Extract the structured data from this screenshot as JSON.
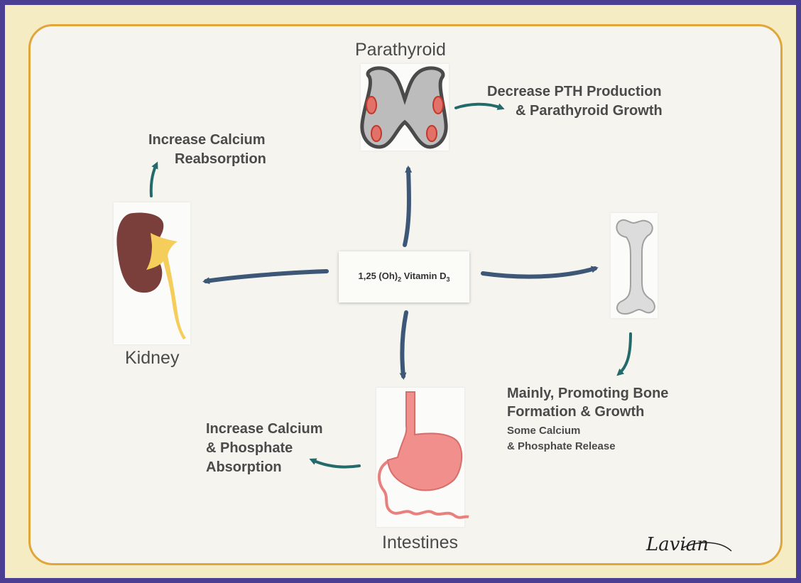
{
  "center": {
    "label_main": "1,25 (Oh)",
    "label_sub1": "2",
    "label_mid": " Vitamin D",
    "label_sub2": "3"
  },
  "organs": {
    "parathyroid": "Parathyroid",
    "kidney": "Kidney",
    "intestines": "Intestines"
  },
  "effects": {
    "parathyroid_line1": "Decrease PTH  Production",
    "parathyroid_line2": "& Parathyroid Growth",
    "kidney_line1": "Increase Calcium",
    "kidney_line2": "Reabsorption",
    "bone_line1": "Mainly, Promoting Bone",
    "bone_line2": "Formation & Growth",
    "bone_line3": "Some Calcium",
    "bone_line4": "& Phosphate Release",
    "intestine_line1": "Increase Calcium",
    "intestine_line2": "& Phosphate",
    "intestine_line3": "Absorption"
  },
  "signature": "Lavian",
  "colors": {
    "frame": "#4b3f93",
    "card_border": "#e0a63a",
    "main_arrow": "#3d5777",
    "effect_arrow": "#236b6b"
  }
}
